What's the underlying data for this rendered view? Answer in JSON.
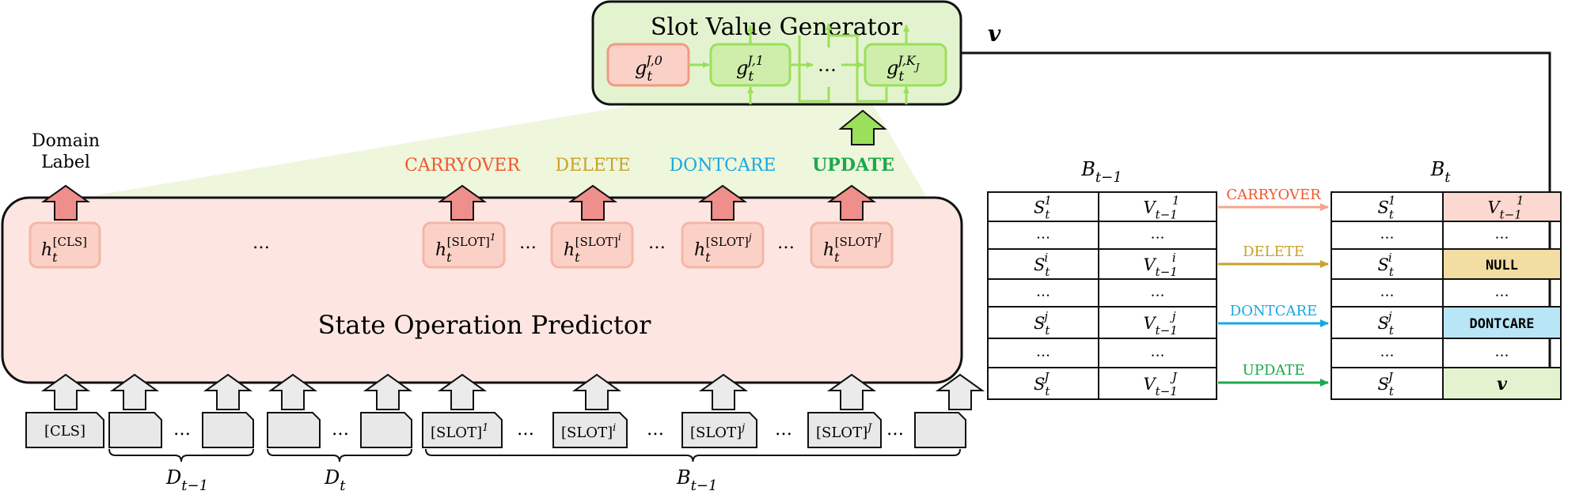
{
  "generator": {
    "title": "Slot Value Generator",
    "g0_base": "g",
    "g0_sub": "t",
    "g0_sup": "J,0",
    "g1_base": "g",
    "g1_sub": "t",
    "g1_sup": "J,1",
    "gk_base": "g",
    "gk_sub": "t",
    "gk_sup": "J,K",
    "gk_supsup": "J",
    "ellipsis": "…",
    "output_label": "v"
  },
  "predictor": {
    "title": "State Operation Predictor",
    "domain_label_line1": "Domain",
    "domain_label_line2": "Label",
    "ellipsis": "…",
    "h_cls": {
      "base": "h",
      "sub": "t",
      "sup": "[CLS]"
    },
    "h_slots": [
      {
        "base": "h",
        "sub": "t",
        "sup": "[SLOT]",
        "supsup": "1"
      },
      {
        "base": "h",
        "sub": "t",
        "sup": "[SLOT]",
        "supsup": "i"
      },
      {
        "base": "h",
        "sub": "t",
        "sup": "[SLOT]",
        "supsup": "j"
      },
      {
        "base": "h",
        "sub": "t",
        "sup": "[SLOT]",
        "supsup": "J"
      }
    ]
  },
  "operations": {
    "carryover": "CARRYOVER",
    "delete": "DELETE",
    "dontcare": "DONTCARE",
    "update": "UPDATE"
  },
  "inputs": {
    "cls": "[CLS]",
    "slot": "[SLOT]",
    "slot_sups": [
      "1",
      "i",
      "j",
      "J"
    ],
    "ellipsis": "…",
    "groups": [
      {
        "base": "D",
        "sub": "t−1"
      },
      {
        "base": "D",
        "sub": "t"
      },
      {
        "base": "B",
        "sub": "t−1"
      }
    ]
  },
  "tables": {
    "left_title": {
      "base": "B",
      "sub": "t−1"
    },
    "right_title": {
      "base": "B",
      "sub": "t"
    },
    "ellipsis": "…",
    "rows": [
      {
        "s_sup": "1",
        "v_sup": "1",
        "op": "CARRYOVER",
        "result": "V",
        "result_sup": "1",
        "result_sub": "t−1"
      },
      {
        "s_sup": "i",
        "v_sup": "i",
        "op": "DELETE",
        "result": "NULL"
      },
      {
        "s_sup": "j",
        "v_sup": "j",
        "op": "DONTCARE",
        "result": "DONTCARE"
      },
      {
        "s_sup": "J",
        "v_sup": "J",
        "op": "UPDATE",
        "result": "v"
      }
    ],
    "s_base": "S",
    "s_sub": "t",
    "v_base": "V",
    "v_sub": "t−1"
  },
  "colors": {
    "carryover": "#f0572a",
    "delete": "#c9a227",
    "dontcare": "#16a9e0",
    "update": "#1aa84b",
    "pink_fill": "#fde6e1",
    "green_fill": "#e3f3cf",
    "arrow_green": "#9be05a",
    "arrow_red": "#ee8f8c",
    "arrow_gray": "#ebebeb",
    "null_fill": "#f2dea3",
    "dontcare_fill": "#b9e6f7"
  }
}
